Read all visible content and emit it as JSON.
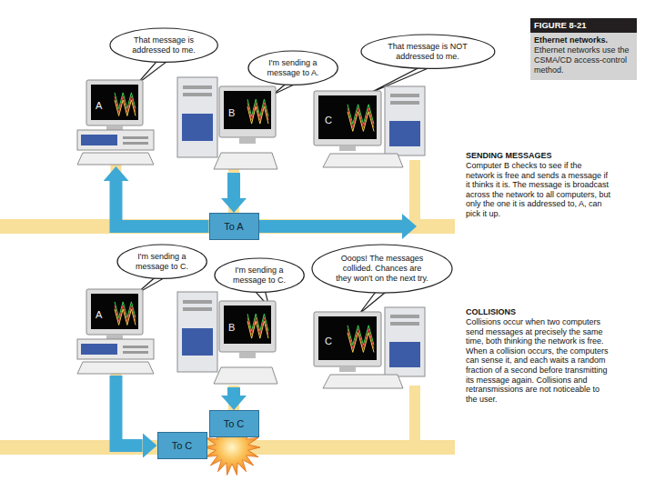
{
  "diagram": {
    "nodes": [
      {
        "text": [
          "That message is addressed to me."
        ]
      },
      {
        "text": [
          "I'm sending a message to A."
        ]
      },
      {
        "text": [
          "That message is NOT addressed to me."
        ]
      },
      {
        "text": [
          "FIGURE 8-21",
          "Ethernet networks.",
          "Ethernet networks use the CSMA/CD access-control method."
        ]
      },
      {
        "text": [
          "A"
        ]
      },
      {
        "text": [
          "B"
        ]
      },
      {
        "text": [
          "C"
        ]
      },
      {
        "text": [
          "To A"
        ]
      },
      {
        "text": [
          "I'm sending a message to C."
        ]
      },
      {
        "text": [
          "I'm sending a message to C."
        ]
      },
      {
        "text": [
          "Ooops! The messages collided. Chances are they won't on the next try."
        ]
      },
      {
        "text": [
          "A"
        ]
      },
      {
        "text": [
          "B"
        ]
      },
      {
        "text": [
          "C"
        ]
      },
      {
        "text": [
          "To C"
        ]
      },
      {
        "text": [
          "To C"
        ]
      }
    ],
    "edges": [
      {
        "from": 5,
        "to": 7,
        "arrow": "to"
      },
      {
        "from": 7,
        "to": 4,
        "arrow": "to"
      },
      {
        "from": 12,
        "to": 14,
        "arrow": "to"
      },
      {
        "from": 11,
        "to": 15,
        "arrow": "to"
      }
    ],
    "labels": [
      "SENDING MESSAGES",
      "Computer B checks to see if the network is free and sends a message if it thinks it is. The message is broadcast across the network to all computers, but only the one it is addressed to, A, can pick it up.",
      "COLLISIONS",
      "Collisions occur when two computers send messages at precisely the same time, both thinking the network is free. When a collision occurs, the computers can sense it, and each waits a random fraction of a second before transmitting its message again. Collisions and retransmissions are not noticeable to the user."
    ]
  }
}
